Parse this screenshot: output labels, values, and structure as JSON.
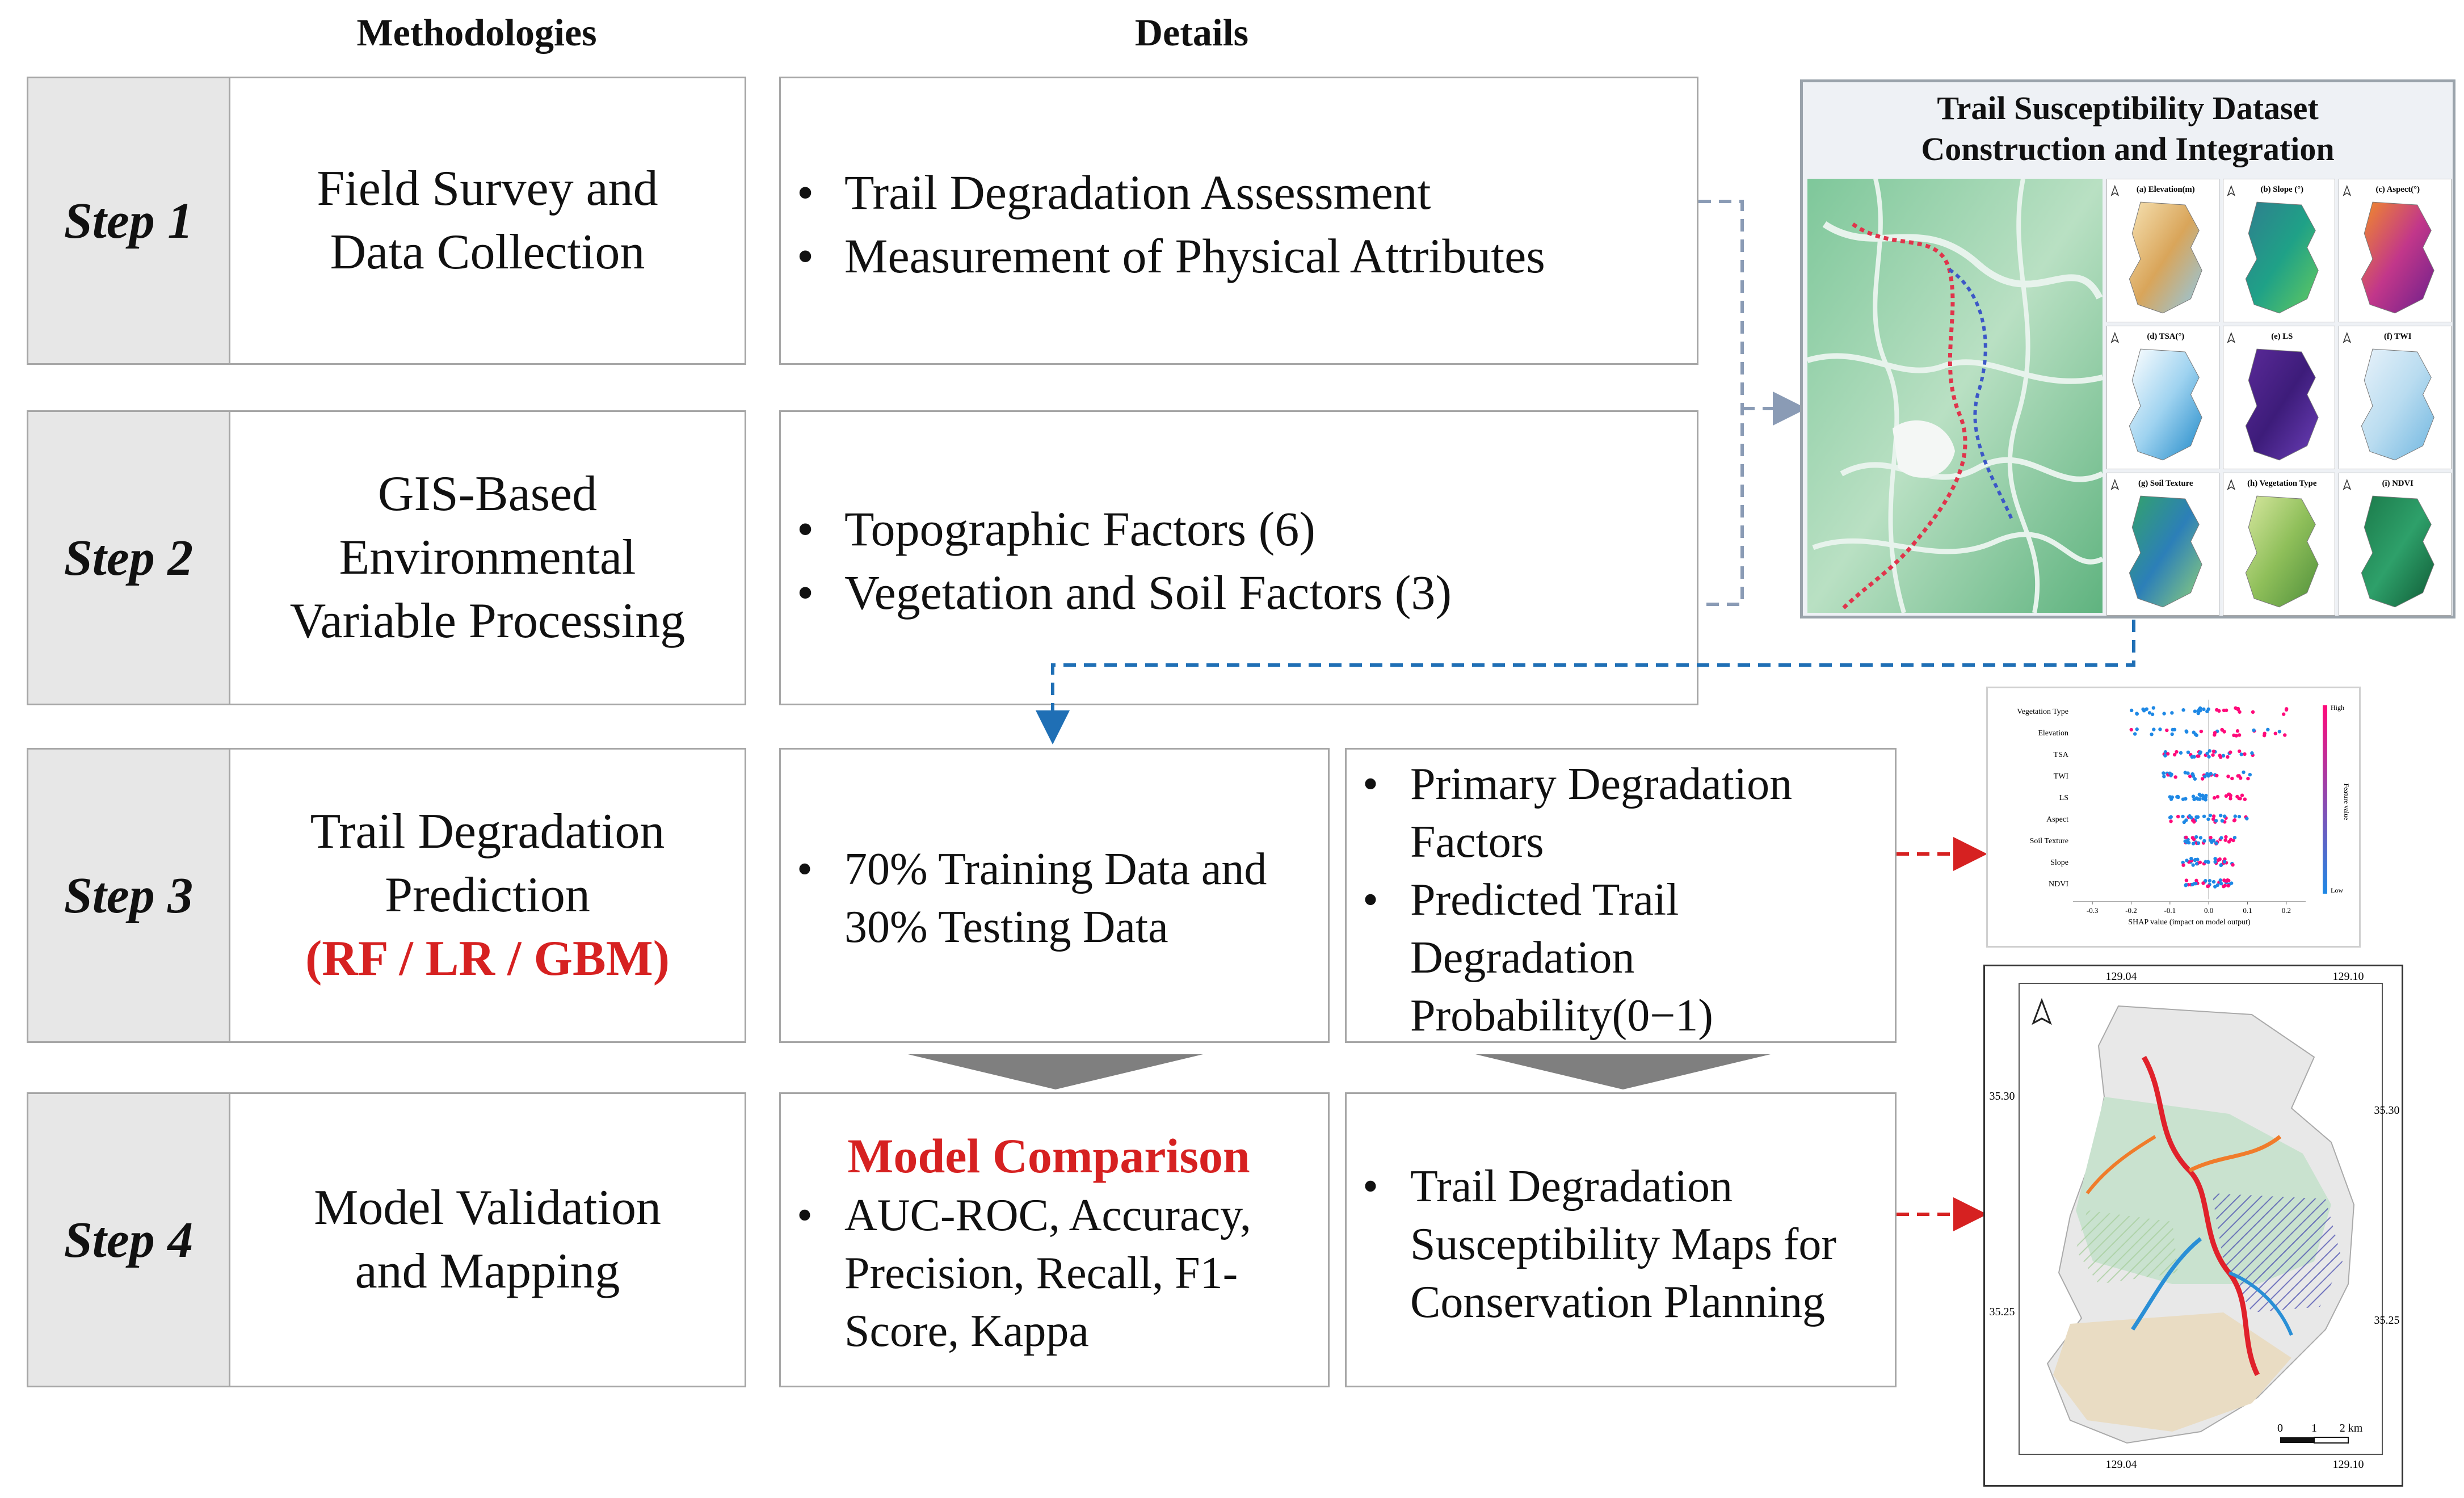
{
  "headers": {
    "methodologies": "Methodologies",
    "details": "Details"
  },
  "steps": [
    {
      "label": "Step 1",
      "lines": [
        "Field Survey and",
        "Data Collection"
      ]
    },
    {
      "label": "Step 2",
      "lines": [
        "GIS-Based",
        "Environmental",
        "Variable Processing"
      ]
    },
    {
      "label": "Step 3",
      "lines": [
        "Trail Degradation",
        "Prediction"
      ],
      "highlight": "(RF / LR / GBM)"
    },
    {
      "label": "Step 4",
      "lines": [
        "Model Validation",
        "and Mapping"
      ]
    }
  ],
  "details": {
    "step1": [
      "Trail Degradation Assessment",
      "Measurement of Physical Attributes"
    ],
    "step2": [
      "Topographic Factors (6)",
      "Vegetation and Soil Factors (3)"
    ],
    "step3_left": [
      "70% Training Data and 30% Testing Data"
    ],
    "step3_right": [
      "Primary Degradation Factors",
      "Predicted Trail Degradation Probability(0−1)"
    ],
    "step4_left_title": "Model Comparison",
    "step4_left": [
      "AUC-ROC, Accuracy, Precision, Recall, F1-Score, Kappa"
    ],
    "step4_right": [
      "Trail Degradation Susceptibility Maps for Conservation Planning"
    ]
  },
  "dataset_panel": {
    "title_lines": [
      "Trail Susceptibility Dataset",
      "Construction and Integration"
    ],
    "factor_maps": [
      {
        "label": "(a) Elevation(m)",
        "colors": [
          "#f6e2b3",
          "#d9a55a",
          "#8fc9e8"
        ]
      },
      {
        "label": "(b) Slope (°)",
        "colors": [
          "#2f7e8e",
          "#1fa187",
          "#65cb5e"
        ]
      },
      {
        "label": "(c) Aspect(°)",
        "colors": [
          "#f28c28",
          "#c2378a",
          "#6a1f8c"
        ]
      },
      {
        "label": "(d) TSA(°)",
        "colors": [
          "#ffffff",
          "#9fd3f0",
          "#1e88c8"
        ]
      },
      {
        "label": "(e) LS",
        "colors": [
          "#5b2a99",
          "#3d1c7a",
          "#6b3fb8"
        ]
      },
      {
        "label": "(f) TWI",
        "colors": [
          "#e8f2fa",
          "#b9dcf0",
          "#6fb6e0"
        ]
      },
      {
        "label": "(g) Soil Texture",
        "colors": [
          "#33a36a",
          "#2c7fb8",
          "#8fd17a"
        ]
      },
      {
        "label": "(h) Vegetation Type",
        "colors": [
          "#d8e8a0",
          "#8fbf5a",
          "#4f8f3a"
        ]
      },
      {
        "label": "(i) NDVI",
        "colors": [
          "#1b7a4a",
          "#2ea06a",
          "#0f5a35"
        ]
      }
    ]
  },
  "shap_panel": {
    "features": [
      "Vegetation Type",
      "Elevation",
      "TSA",
      "TWI",
      "LS",
      "Aspect",
      "Soil Texture",
      "Slope",
      "NDVI"
    ],
    "x_ticks": [
      "-0.3",
      "-0.2",
      "-0.1",
      "0.0",
      "0.1",
      "0.2"
    ],
    "xlabel": "SHAP value (impact on model output)",
    "colorbar_label": "Feature value",
    "colorbar_high": "High",
    "colorbar_low": "Low",
    "colors": {
      "high": "#ff0a7a",
      "low": "#1e88e5"
    }
  },
  "susceptibility_map": {
    "lon_ticks": [
      "129.04",
      "129.10"
    ],
    "lat_ticks": [
      "35.30",
      "35.25"
    ],
    "scale_labels": [
      "0",
      "1",
      "2 km"
    ]
  },
  "colors": {
    "accent_red": "#d62121",
    "connector_gray": "#8a9bb5",
    "connector_blue": "#1f6fb5",
    "arrow_gray": "#7f7f7f",
    "box_border": "#a6a6a6",
    "tab_fill": "#e7e7e7"
  }
}
